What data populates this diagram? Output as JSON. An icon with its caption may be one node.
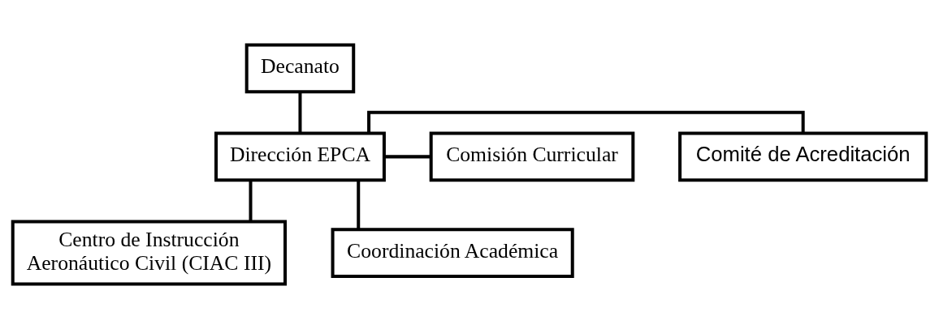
{
  "diagram": {
    "nodes": [
      {
        "text": [
          "Decanato"
        ]
      },
      {
        "text": [
          "Dirección EPCA"
        ]
      },
      {
        "text": [
          "Comisión Curricular"
        ]
      },
      {
        "text": [
          "Comité de Acreditación"
        ]
      },
      {
        "text": [
          "Centro de Instrucción Aeronáutico Civil (CIAC III)"
        ]
      },
      {
        "text": [
          "Coordinación Académica"
        ]
      }
    ],
    "edges": [
      {
        "from": 0,
        "to": 1,
        "arrow": "none"
      },
      {
        "from": 1,
        "to": 2,
        "arrow": "none"
      },
      {
        "from": 1,
        "to": 3,
        "arrow": "none"
      },
      {
        "from": 1,
        "to": 4,
        "arrow": "none"
      },
      {
        "from": 1,
        "to": 5,
        "arrow": "none"
      }
    ]
  }
}
